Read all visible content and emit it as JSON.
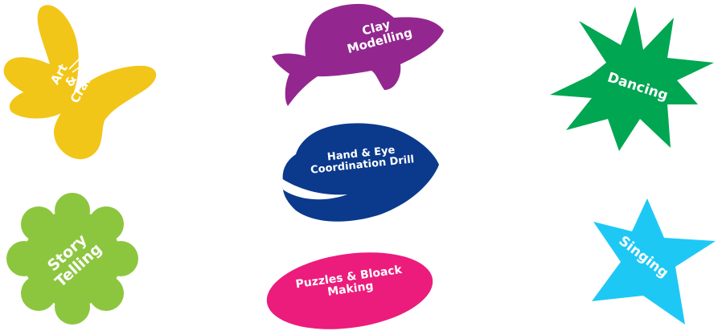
{
  "activities": [
    {
      "id": "art-craft",
      "shape": "butterfly",
      "color": "#F2C618",
      "lines": [
        "Art",
        "&",
        "Craft"
      ]
    },
    {
      "id": "clay-modelling",
      "shape": "fish",
      "color": "#93278F",
      "lines": [
        "Clay",
        "Modelling"
      ]
    },
    {
      "id": "dancing",
      "shape": "starburst",
      "color": "#00A651",
      "lines": [
        "Dancing"
      ]
    },
    {
      "id": "hand-eye",
      "shape": "leaf",
      "color": "#0B3A8C",
      "lines": [
        "Hand & Eye",
        "Coordination Drill"
      ]
    },
    {
      "id": "story-telling",
      "shape": "flower",
      "color": "#8CC63F",
      "lines": [
        "Story",
        "Telling"
      ]
    },
    {
      "id": "puzzles",
      "shape": "oval",
      "color": "#EC1C7C",
      "lines": [
        "Puzzles & Bloack",
        "Making"
      ]
    },
    {
      "id": "singing",
      "shape": "star",
      "color": "#1EC8F5",
      "lines": [
        "Singing"
      ]
    }
  ]
}
